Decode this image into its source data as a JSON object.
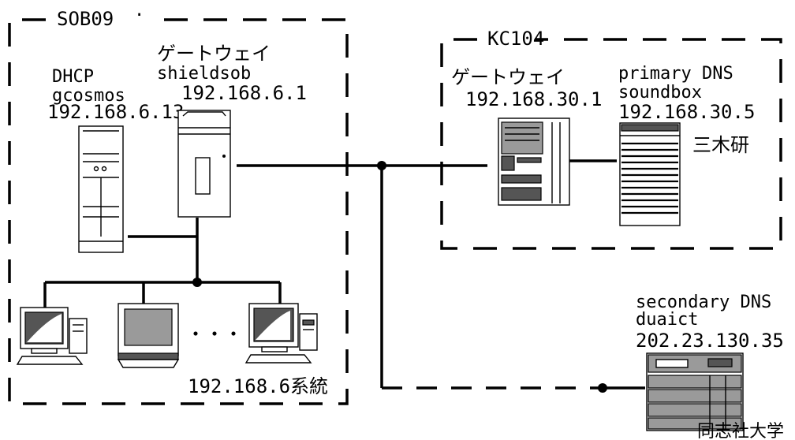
{
  "zones": {
    "sob09": "SOB09",
    "kc104": "KC104"
  },
  "dhcp": {
    "role": "DHCP",
    "host": "gcosmos",
    "ip": "192.168.6.13"
  },
  "gateway_sob": {
    "role": "ゲートウェイ",
    "host": "shieldsob",
    "ip": "192.168.6.1"
  },
  "gateway_kc": {
    "role": "ゲートウェイ",
    "ip": "192.168.30.1"
  },
  "primary_dns": {
    "role": "primary DNS",
    "host": "soundbox",
    "ip": "192.168.30.5",
    "lab": "三木研"
  },
  "secondary_dns": {
    "role": "secondary DNS",
    "host": "duaict",
    "ip": "202.23.130.35",
    "org": "同志社大学"
  },
  "subnet": {
    "ellipsis": "・・・",
    "label": "192.168.6系統"
  }
}
